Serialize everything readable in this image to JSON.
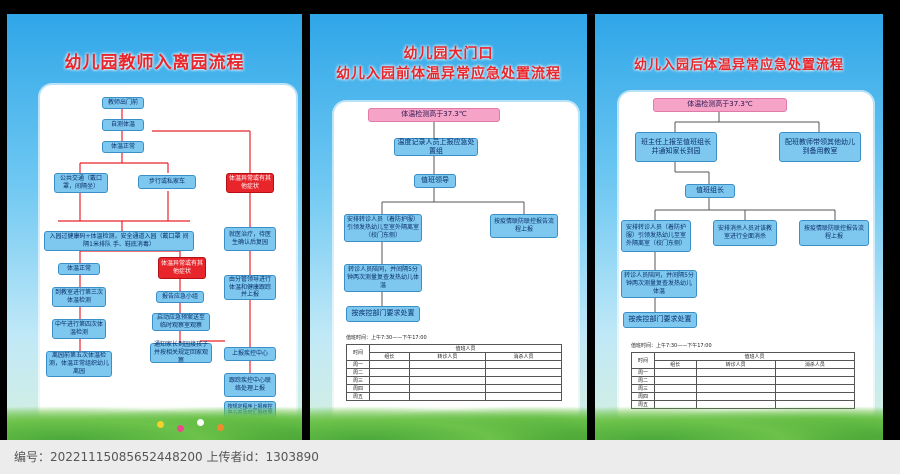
{
  "poster1": {
    "title": "幼儿园教师入离园流程",
    "boxes": [
      "教师出门前",
      "自测体温",
      "体温正常",
      "公共交通（戴口罩，间隔坐）",
      "步行或私家车",
      "体温异常或有其他症状",
      "就医治疗，待医生确认后复园",
      "入园过健康码+体温检测，安全通道入园（戴口罩 间隔1米排队 手、鞋底消毒）",
      "体温正常",
      "体温异常或有其他症状",
      "到教室进行第三次体温检测",
      "报告应急小组",
      "启动应急预案送至临时观察室观察",
      "中午进行第四次体温检测",
      "通知家长到园接孩子并按相关规定回家观察",
      "离园前第五次体温检测，体温正常组织幼儿离园",
      "由分管领导进行体温和健康跟踪并上报",
      "上报疾控中心",
      "跟踪疾控中心联络处理上报",
      "按规定程序上报疾控中心并及时汇报结果"
    ]
  },
  "poster2": {
    "title_line1": "幼儿园大门口",
    "title_line2": "幼儿入园前体温异常应急处置流程",
    "top": "体温检测高于37.3℃",
    "boxes": [
      "温度记录人员上报应急处置组",
      "值班领导",
      "安排转诊人员（着防护服）引领发热幼儿至室外隔离室（校门东侧）",
      "按疫情联防联控报告流程上报",
      "转诊人员陪同，并间隔5分钟两次测量复查发热幼儿体温",
      "按疾控部门要求处置"
    ],
    "hours": "值班时间：上午7:30——下午17:00",
    "table_head": [
      "时间",
      "值班人员",
      "组长",
      "转诊人员",
      "消杀人员"
    ],
    "days": [
      "周一",
      "周二",
      "周三",
      "周四",
      "周五"
    ]
  },
  "poster3": {
    "title": "幼儿入园后体温异常应急处置流程",
    "top": "体温检测高于37.3℃",
    "boxes": [
      "班主任上报至值班组长并通知家长到园",
      "配班教师带领其他幼儿到备用教室",
      "值班组长",
      "安排转诊人员（着防护服）引领发热幼儿至室外隔离室（校门东侧）",
      "安排消杀人员对该教室进行全面消杀",
      "按疫情联防联控报告流程上报",
      "转诊人员陪同，并间隔5分钟两次测量复查发热幼儿体温",
      "按疾控部门要求处置"
    ],
    "hours": "值班时间：上午7:30——下午17:00",
    "table_head": [
      "时间",
      "值班人员",
      "组长",
      "转诊人员",
      "消杀人员"
    ],
    "days": [
      "周一",
      "周二",
      "周三",
      "周四",
      "周五"
    ]
  },
  "footer": {
    "id_text": "编号：20221115085652448200 上传者id：1303890"
  }
}
